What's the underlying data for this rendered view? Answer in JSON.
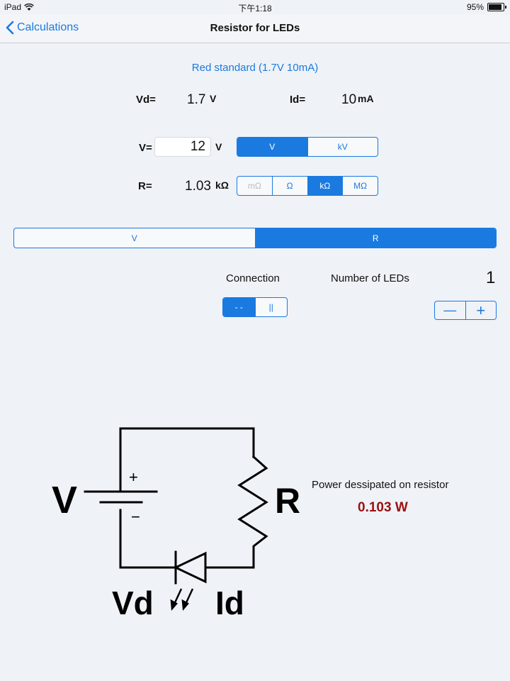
{
  "status_bar": {
    "device": "iPad",
    "time": "下午1:18",
    "battery": "95%",
    "battery_level": 0.95
  },
  "nav": {
    "back_label": "Calculations",
    "title": "Resistor for LEDs"
  },
  "led_type": "Red standard (1.7V 10mA)",
  "diode": {
    "vd_label": "Vd=",
    "vd_value": "1.7",
    "vd_unit": "V",
    "id_label": "Id=",
    "id_value": "10",
    "id_unit": "mA"
  },
  "voltage": {
    "label": "V=",
    "value": "12",
    "unit": "V",
    "units": [
      "V",
      "kV"
    ],
    "selected": 0
  },
  "resistance": {
    "label": "R=",
    "value": "1.03",
    "unit": "kΩ",
    "units": [
      "mΩ",
      "Ω",
      "kΩ",
      "MΩ"
    ],
    "selected": 2
  },
  "mode": {
    "options": [
      "V",
      "R"
    ],
    "selected": 1
  },
  "connection": {
    "label": "Connection",
    "options": [
      "- -",
      "||"
    ],
    "selected": 0
  },
  "led_count": {
    "label": "Number of LEDs",
    "value": "1",
    "minus": "—",
    "plus": "+"
  },
  "schematic": {
    "v_label": "V",
    "r_label": "R",
    "vd_label": "Vd",
    "id_label": "Id",
    "plus": "+",
    "minus": "−"
  },
  "power": {
    "label": "Power dessipated on resistor",
    "value": "0.103 W",
    "color": "#9b1010"
  },
  "colors": {
    "accent": "#1a7ae0",
    "background": "#eff2f7"
  }
}
